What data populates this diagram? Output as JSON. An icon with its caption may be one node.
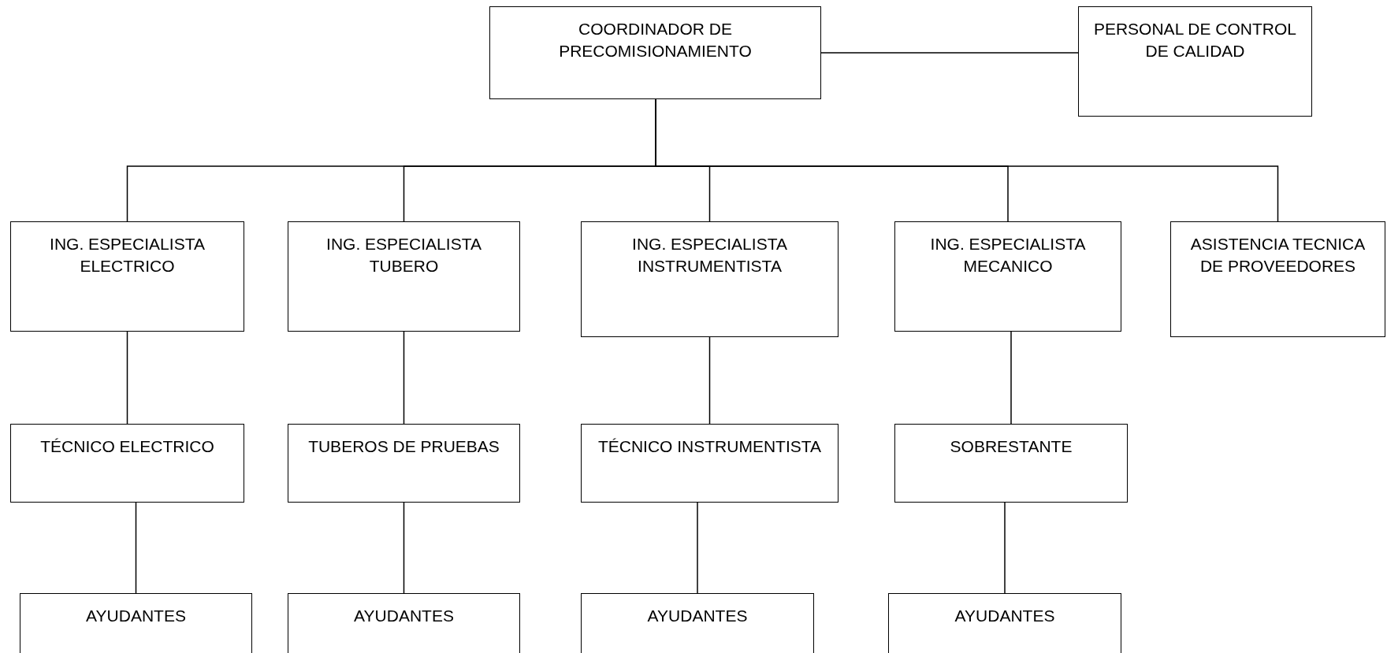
{
  "diagram": {
    "nodes": [
      {
        "text": [
          "COORDINADOR DE PRECOMISIONAMIENTO"
        ]
      },
      {
        "text": [
          "PERSONAL DE CONTROL DE CALIDAD"
        ]
      },
      {
        "text": [
          "ING. ESPECIALISTA ELECTRICO"
        ]
      },
      {
        "text": [
          "ING. ESPECIALISTA TUBERO"
        ]
      },
      {
        "text": [
          "ING. ESPECIALISTA INSTRUMENTISTA"
        ]
      },
      {
        "text": [
          "ING. ESPECIALISTA MECANICO"
        ]
      },
      {
        "text": [
          "ASISTENCIA TECNICA DE PROVEEDORES"
        ]
      },
      {
        "text": [
          "TÉCNICO ELECTRICO"
        ]
      },
      {
        "text": [
          "TUBEROS DE PRUEBAS"
        ]
      },
      {
        "text": [
          "TÉCNICO INSTRUMENTISTA"
        ]
      },
      {
        "text": [
          "SOBRESTANTE"
        ]
      },
      {
        "text": [
          "AYUDANTES"
        ]
      },
      {
        "text": [
          "AYUDANTES"
        ]
      },
      {
        "text": [
          "AYUDANTES"
        ]
      },
      {
        "text": [
          "AYUDANTES"
        ]
      }
    ],
    "edges": [
      {
        "from": 0,
        "to": 1,
        "arrow": "none"
      },
      {
        "from": 0,
        "to": 2,
        "arrow": "none"
      },
      {
        "from": 0,
        "to": 3,
        "arrow": "none"
      },
      {
        "from": 0,
        "to": 4,
        "arrow": "none"
      },
      {
        "from": 0,
        "to": 5,
        "arrow": "none"
      },
      {
        "from": 0,
        "to": 6,
        "arrow": "none"
      },
      {
        "from": 2,
        "to": 7,
        "arrow": "none"
      },
      {
        "from": 3,
        "to": 8,
        "arrow": "none"
      },
      {
        "from": 4,
        "to": 9,
        "arrow": "none"
      },
      {
        "from": 5,
        "to": 10,
        "arrow": "none"
      },
      {
        "from": 7,
        "to": 11,
        "arrow": "none"
      },
      {
        "from": 8,
        "to": 12,
        "arrow": "none"
      },
      {
        "from": 9,
        "to": 13,
        "arrow": "none"
      },
      {
        "from": 10,
        "to": 14,
        "arrow": "none"
      }
    ]
  }
}
